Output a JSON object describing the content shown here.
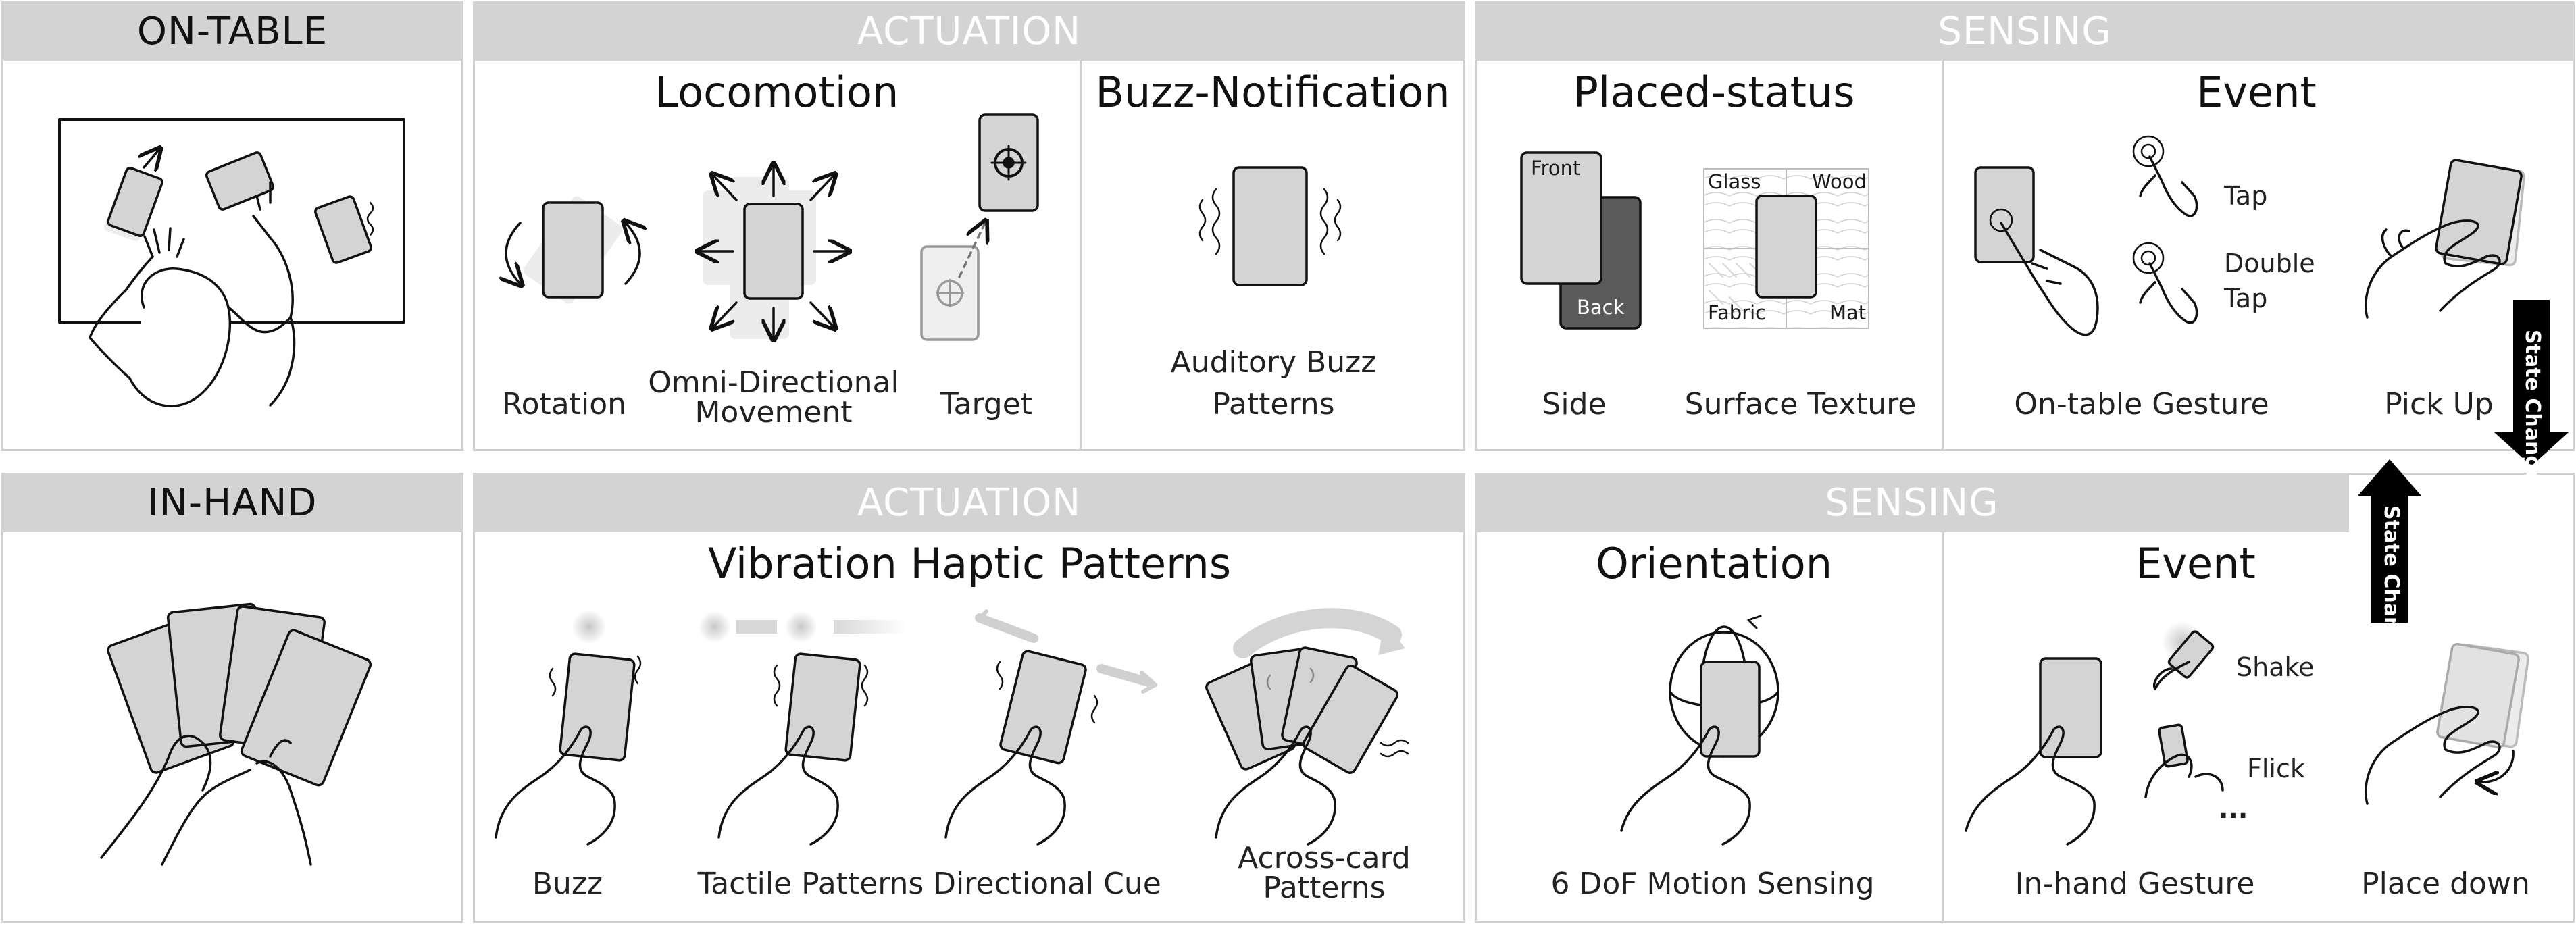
{
  "on_table": {
    "title": "ON-TABLE",
    "actuation": {
      "header": "ACTUATION",
      "locomotion": {
        "title": "Locomotion",
        "captions": {
          "rotation": "Rotation",
          "omni_1": "Omni-Directional",
          "omni_2": "Movement",
          "target": "Target"
        }
      },
      "buzz": {
        "title": "Buzz-Notification",
        "caption_1": "Auditory Buzz",
        "caption_2": "Patterns"
      }
    },
    "sensing": {
      "header": "SENSING",
      "placed_status": {
        "title": "Placed-status",
        "front": "Front",
        "back": "Back",
        "glass": "Glass",
        "wood": "Wood",
        "fabric": "Fabric",
        "mat": "Mat",
        "captions": {
          "side": "Side",
          "texture": "Surface Texture"
        }
      },
      "event": {
        "title": "Event",
        "tap": "Tap",
        "double_1": "Double",
        "double_2": "Tap",
        "captions": {
          "gesture": "On-table Gesture",
          "pickup": "Pick Up"
        }
      }
    }
  },
  "in_hand": {
    "title": "IN-HAND",
    "actuation": {
      "header": "ACTUATION",
      "vibration": {
        "title": "Vibration Haptic Patterns",
        "captions": {
          "buzz": "Buzz",
          "tactile": "Tactile Patterns",
          "directional": "Directional Cue",
          "across_1": "Across-card",
          "across_2": "Patterns"
        }
      }
    },
    "sensing": {
      "header": "SENSING",
      "orientation": {
        "title": "Orientation",
        "caption": "6 DoF Motion Sensing"
      },
      "event": {
        "title": "Event",
        "shake": "Shake",
        "flick": "Flick",
        "more": "...",
        "captions": {
          "gesture": "In-hand Gesture",
          "place": "Place down"
        }
      }
    }
  },
  "state_change": {
    "down": "State Change",
    "up": "State Change"
  },
  "colors": {
    "header_bg": "#d3d3d3",
    "border": "#cfcfcf",
    "card_fill": "#d4d4d4",
    "card_dark": "#5a5a5a"
  }
}
